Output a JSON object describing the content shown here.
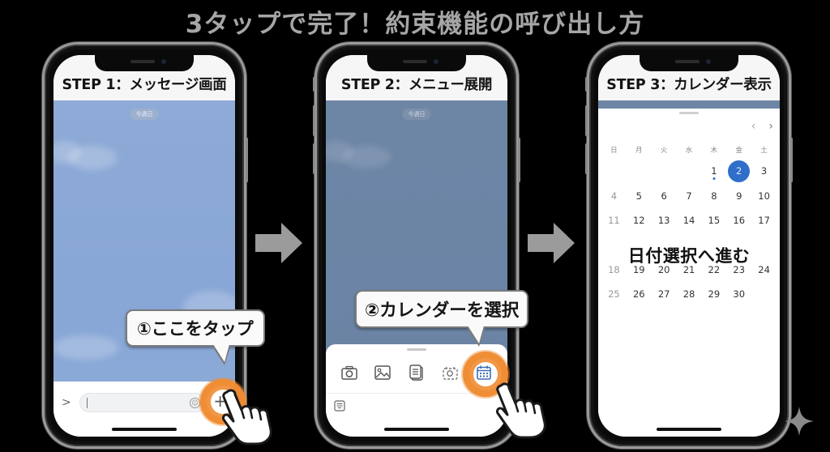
{
  "title": "3タップで完了！約束機能の呼び出し方",
  "steps": [
    {
      "header": "STEP 1：メッセージ画面",
      "date_pill": "今週日",
      "callout": "①ここをタップ",
      "input": {
        "expand_icon": "chevron-right",
        "value": "",
        "emoji_icon": "emoji",
        "plus_icon": "+"
      }
    },
    {
      "header": "STEP 2：メニュー展開",
      "date_pill": "今週日",
      "callout": "②カレンダーを選択",
      "menu_items": [
        "camera",
        "image",
        "file",
        "screenshot",
        "calendar"
      ],
      "secondary_items": [
        "keyboard"
      ]
    },
    {
      "header": "STEP 3：カレンダー表示",
      "nav": {
        "prev": "‹",
        "next": "›"
      },
      "weekdays": [
        "日",
        "月",
        "火",
        "水",
        "木",
        "金",
        "土"
      ],
      "weeks": [
        [
          "",
          "",
          "",
          "",
          "1",
          "2",
          "3"
        ],
        [
          "4",
          "5",
          "6",
          "7",
          "8",
          "9",
          "10"
        ],
        [
          "11",
          "12",
          "13",
          "14",
          "15",
          "16",
          "17"
        ],
        [
          "18",
          "19",
          "20",
          "21",
          "22",
          "23",
          "24"
        ],
        [
          "25",
          "26",
          "27",
          "28",
          "29",
          "30",
          ""
        ]
      ],
      "selected_day": "2",
      "dot_day": "1",
      "overlay": "日付選択へ進む"
    }
  ],
  "colors": {
    "accent_orange": "#f08c32",
    "calendar_blue": "#2f6ec9",
    "chat_bg": "#8eaad6",
    "chat_bg_dim": "#6e86a6",
    "title_gray": "#a6a6a6"
  }
}
